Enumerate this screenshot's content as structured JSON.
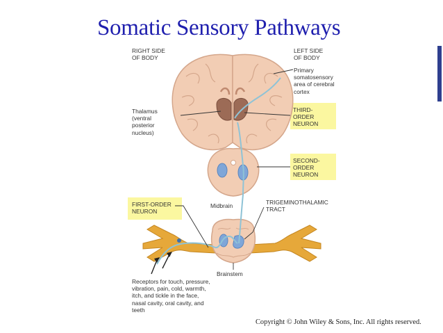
{
  "title": "Somatic Sensory Pathways",
  "labels": {
    "right_side": "RIGHT SIDE\nOF BODY",
    "left_side": "LEFT SIDE\nOF BODY",
    "primary_area": "Primary\nsomatosensory\narea of cerebral\ncortex",
    "thalamus": "Thalamus\n(ventral\nposterior\nnucleus)",
    "third_order": "THIRD-\nORDER\nNEURON",
    "second_order": "SECOND-\nORDER\nNEURON",
    "first_order": "FIRST-ORDER\nNEURON",
    "midbrain": "Midbrain",
    "trigeminothalamic": "TRIGEMINOTHALAMIC\nTRACT",
    "brainstem": "Brainstem",
    "receptors": "Receptors for touch, pressure,\nvibration, pain, cold, warmth,\nitch, and tickle in the face,\nnasal cavity, oral cavity, and\nteeth"
  },
  "copyright": "Copyright © John Wiley & Sons, Inc. All rights reserved.",
  "colors": {
    "title": "#1f1fae",
    "highlight": "#fbf7a0",
    "brain_tissue": "#f2cdb4",
    "nerve": "#e6a83a",
    "neuron_pathway": "#8fc3d6",
    "nucleus": "#7fa6d8",
    "accent_bar": "#2e3f8f"
  }
}
